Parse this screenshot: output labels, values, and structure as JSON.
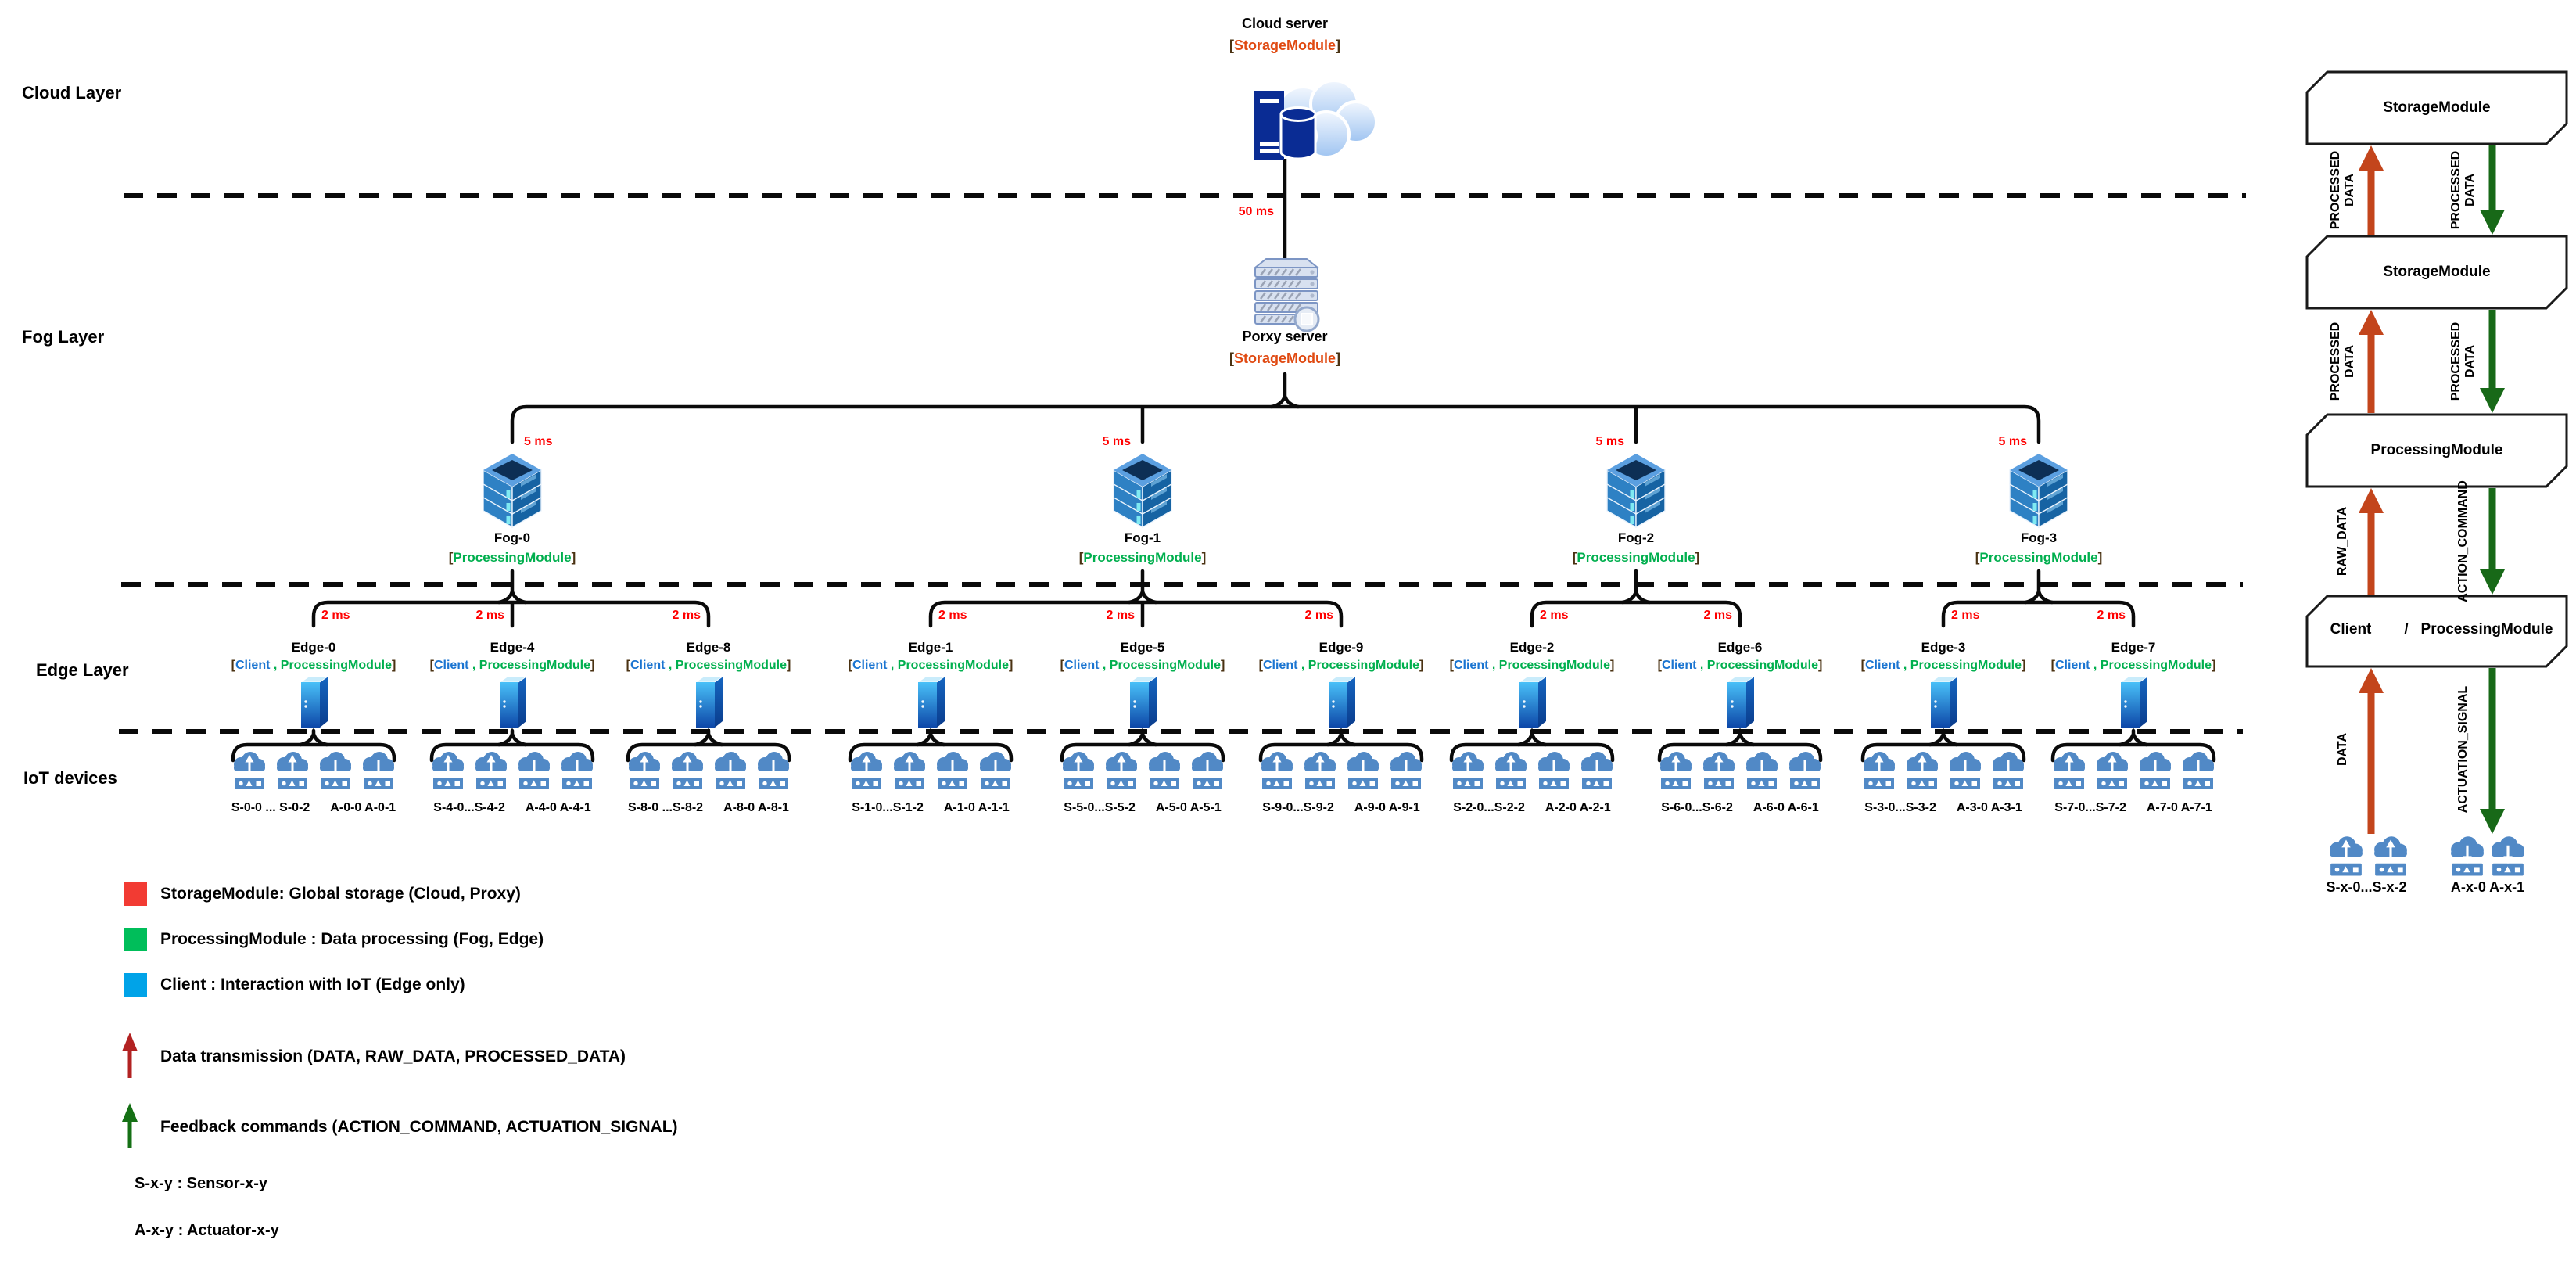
{
  "layers": {
    "cloud": "Cloud Layer",
    "fog": "Fog Layer",
    "edge": "Edge Layer",
    "iot": "IoT devices"
  },
  "symbols": {
    "lbracket": "[",
    "rbracket": "]",
    "comma": " , ",
    "slash": "/"
  },
  "colors": {
    "storage_text": "#E04A12",
    "processing_text": "#00AF4E",
    "client_text": "#1B75D1",
    "bracket": "#4A3212",
    "latency": "#FF0000",
    "data_arrow": "#C3451C",
    "feedback_arrow": "#186918",
    "legend_storage": "#F23B33",
    "legend_processing": "#00BE5A",
    "legend_client": "#00A3E8",
    "legend_data_arrow": "#B22222",
    "legend_feedback_arrow": "#157015"
  },
  "cloud": {
    "title": "Cloud server",
    "module": "StorageModule",
    "latency": "50 ms"
  },
  "proxy": {
    "title": "Porxy server",
    "module": "StorageModule"
  },
  "fogs": [
    {
      "name": "Fog-0",
      "module": "ProcessingModule",
      "latency": "5 ms"
    },
    {
      "name": "Fog-1",
      "module": "ProcessingModule",
      "latency": "5 ms"
    },
    {
      "name": "Fog-2",
      "module": "ProcessingModule",
      "latency": "5 ms"
    },
    {
      "name": "Fog-3",
      "module": "ProcessingModule",
      "latency": "5 ms"
    }
  ],
  "edges": [
    {
      "name": "Edge-0",
      "client": "Client",
      "module": "ProcessingModule",
      "latency": "2 ms"
    },
    {
      "name": "Edge-4",
      "client": "Client",
      "module": "ProcessingModule",
      "latency": "2 ms"
    },
    {
      "name": "Edge-8",
      "client": "Client",
      "module": "ProcessingModule",
      "latency": "2 ms"
    },
    {
      "name": "Edge-1",
      "client": "Client",
      "module": "ProcessingModule",
      "latency": "2 ms"
    },
    {
      "name": "Edge-5",
      "client": "Client",
      "module": "ProcessingModule",
      "latency": "2 ms"
    },
    {
      "name": "Edge-9",
      "client": "Client",
      "module": "ProcessingModule",
      "latency": "2 ms"
    },
    {
      "name": "Edge-2",
      "client": "Client",
      "module": "ProcessingModule",
      "latency": "2 ms"
    },
    {
      "name": "Edge-6",
      "client": "Client",
      "module": "ProcessingModule",
      "latency": "2 ms"
    },
    {
      "name": "Edge-3",
      "client": "Client",
      "module": "ProcessingModule",
      "latency": "2 ms"
    },
    {
      "name": "Edge-7",
      "client": "Client",
      "module": "ProcessingModule",
      "latency": "2 ms"
    }
  ],
  "iot_groups": [
    {
      "sensors": "S-0-0 ... S-0-2",
      "actuators": "A-0-0 A-0-1"
    },
    {
      "sensors": "S-4-0...S-4-2",
      "actuators": "A-4-0 A-4-1"
    },
    {
      "sensors": "S-8-0 ...S-8-2",
      "actuators": "A-8-0 A-8-1"
    },
    {
      "sensors": "S-1-0...S-1-2",
      "actuators": "A-1-0 A-1-1"
    },
    {
      "sensors": "S-5-0...S-5-2",
      "actuators": "A-5-0 A-5-1"
    },
    {
      "sensors": "S-9-0...S-9-2",
      "actuators": "A-9-0 A-9-1"
    },
    {
      "sensors": "S-2-0...S-2-2",
      "actuators": "A-2-0 A-2-1"
    },
    {
      "sensors": "S-6-0...S-6-2",
      "actuators": "A-6-0 A-6-1"
    },
    {
      "sensors": "S-3-0...S-3-2",
      "actuators": "A-3-0 A-3-1"
    },
    {
      "sensors": "S-7-0...S-7-2",
      "actuators": "A-7-0 A-7-1"
    }
  ],
  "flow": {
    "boxes": [
      "StorageModule",
      "StorageModule",
      "ProcessingModule"
    ],
    "box4": {
      "left": "Client",
      "sep": "/",
      "right": "ProcessingModule"
    },
    "pairs": [
      {
        "up": "PROCESSED\nDATA",
        "down": "PROCESSED\nDATA"
      },
      {
        "up": "PROCESSED\nDATA",
        "down": "PROCESSED\nDATA"
      },
      {
        "up": "RAW_DATA",
        "down": "ACTION_COMMAND"
      },
      {
        "up": "DATA",
        "down": "ACTUATION_SIGNAL"
      }
    ],
    "iot": {
      "sensors": "S-x-0...S-x-2",
      "actuators": "A-x-0  A-x-1"
    }
  },
  "legend": {
    "modules": [
      {
        "label": "StorageModule: Global storage (Cloud, Proxy)",
        "color": "#F23B33"
      },
      {
        "label": "ProcessingModule : Data processing (Fog, Edge)",
        "color": "#00BE5A"
      },
      {
        "label": "Client : Interaction with IoT (Edge only)",
        "color": "#00A3E8"
      }
    ],
    "arrows": [
      {
        "label": "Data transmission (DATA, RAW_DATA, PROCESSED_DATA)",
        "color": "#B22222"
      },
      {
        "label": "Feedback commands (ACTION_COMMAND, ACTUATION_SIGNAL)",
        "color": "#157015"
      }
    ],
    "keys": [
      "S-x-y : Sensor-x-y",
      "A-x-y : Actuator-x-y"
    ]
  }
}
